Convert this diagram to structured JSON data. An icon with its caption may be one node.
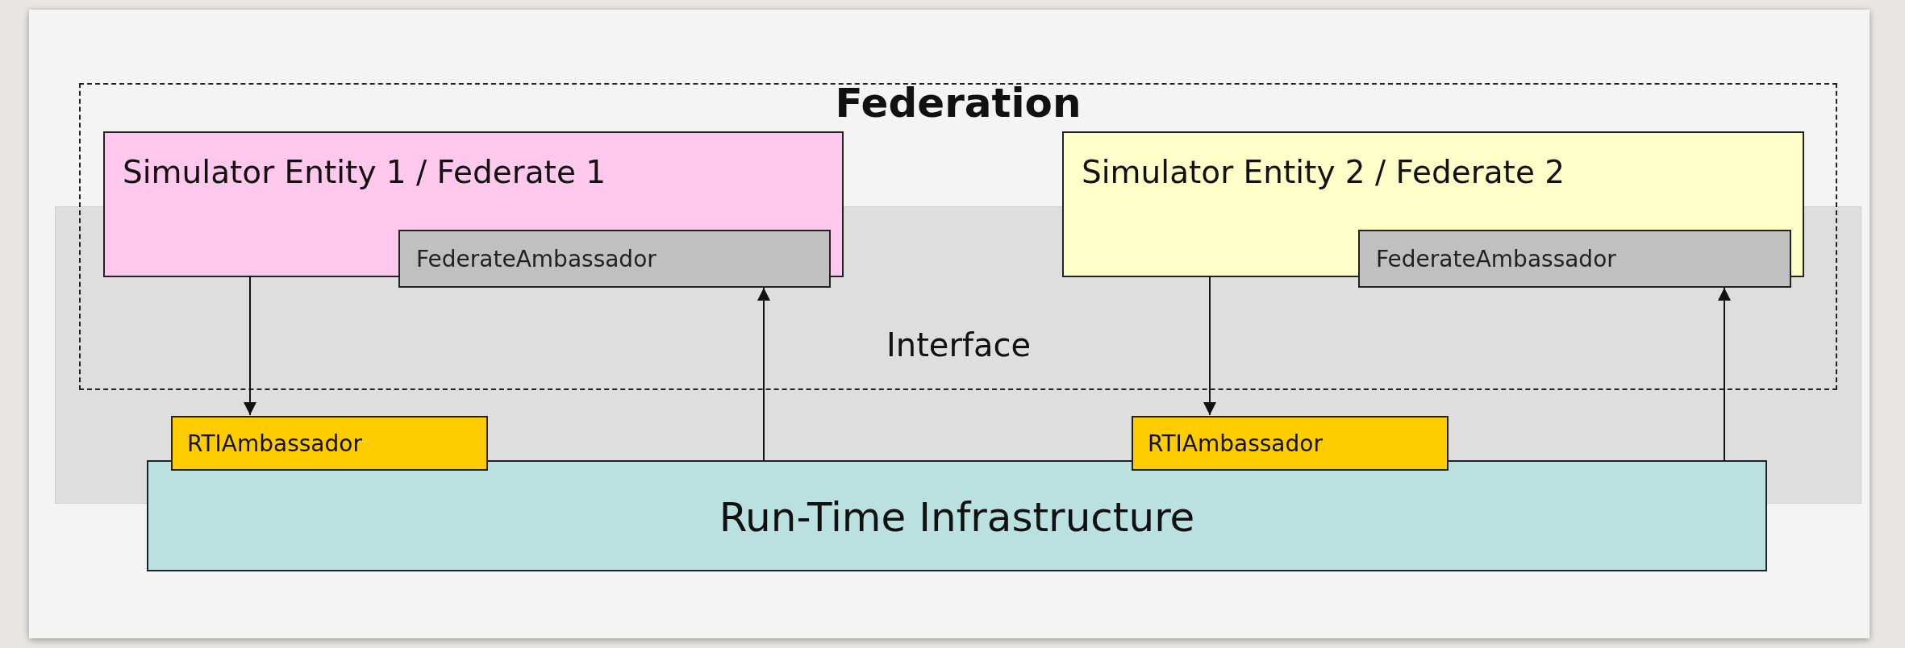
{
  "diagram": {
    "nodes": [
      {
        "text": [
          "Federation"
        ]
      },
      {
        "text": [
          "Simulator Entity 1 / Federate 1"
        ],
        "in": 0
      },
      {
        "text": [
          "FederateAmbassador"
        ]
      },
      {
        "text": [
          "Simulator Entity 2 / Federate 2"
        ],
        "in": 0
      },
      {
        "text": [
          "FederateAmbassador"
        ]
      },
      {
        "text": [
          "Interface"
        ]
      },
      {
        "text": [
          "RTIAmbassador"
        ],
        "in": 5
      },
      {
        "text": [
          "RTIAmbassador"
        ],
        "in": 5
      },
      {
        "text": [
          "Run-Time Infrastructure"
        ]
      }
    ],
    "edges": [
      {
        "from": 1,
        "to": 6,
        "arrow": "to"
      },
      {
        "from": 8,
        "to": 2,
        "arrow": "to"
      },
      {
        "from": 3,
        "to": 7,
        "arrow": "to"
      },
      {
        "from": 8,
        "to": 4,
        "arrow": "to"
      }
    ]
  }
}
